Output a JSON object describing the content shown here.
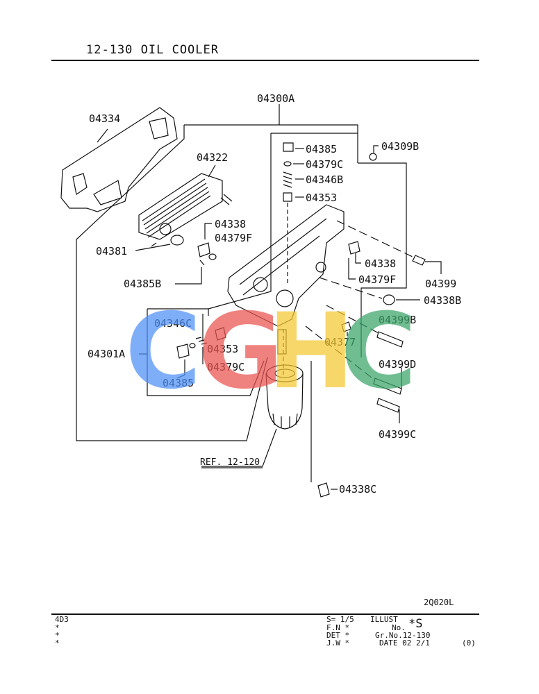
{
  "header": {
    "title": "12-130   OIL COOLER"
  },
  "labels": {
    "p04300A": "04300A",
    "p04334": "04334",
    "p04322": "04322",
    "p04385_top": "04385",
    "p04379C_top": "04379C",
    "p04346B": "04346B",
    "p04353_top": "04353",
    "p04309B": "04309B",
    "p04338_a": "04338",
    "p04379F_a": "04379F",
    "p04381": "04381",
    "p04385B": "04385B",
    "p04338_b": "04338",
    "p04379F_b": "04379F",
    "p04399_a": "04399",
    "p04338B": "04338B",
    "p04346C": "04346C",
    "p04399B": "04399B",
    "p04301A": "04301A",
    "p04353_bot": "04353",
    "p04377": "04377",
    "p04379C_bot": "04379C",
    "p04399D": "04399D",
    "p04385_bot": "04385",
    "p04399C": "04399C",
    "ref": "REF. 12-120",
    "p04338C": "04338C"
  },
  "illust_code": "2Q020L",
  "footer": {
    "left": [
      "4D3",
      "*",
      "*",
      "*"
    ],
    "scale": "S= 1/5",
    "fn": "F.N *",
    "det": "DET *",
    "jw": "J.W *",
    "illust_label": "ILLUST",
    "no_label": "No.",
    "no_value": "*S",
    "gr_no": "Gr.No.12-130",
    "date": "DATE  02 2/1",
    "rev": "(0)"
  },
  "watermark": {
    "letters": [
      "C",
      "G",
      "H",
      "C"
    ],
    "colors": [
      "#4f8ff7",
      "#e9534f",
      "#f5c832",
      "#3aa569"
    ]
  }
}
